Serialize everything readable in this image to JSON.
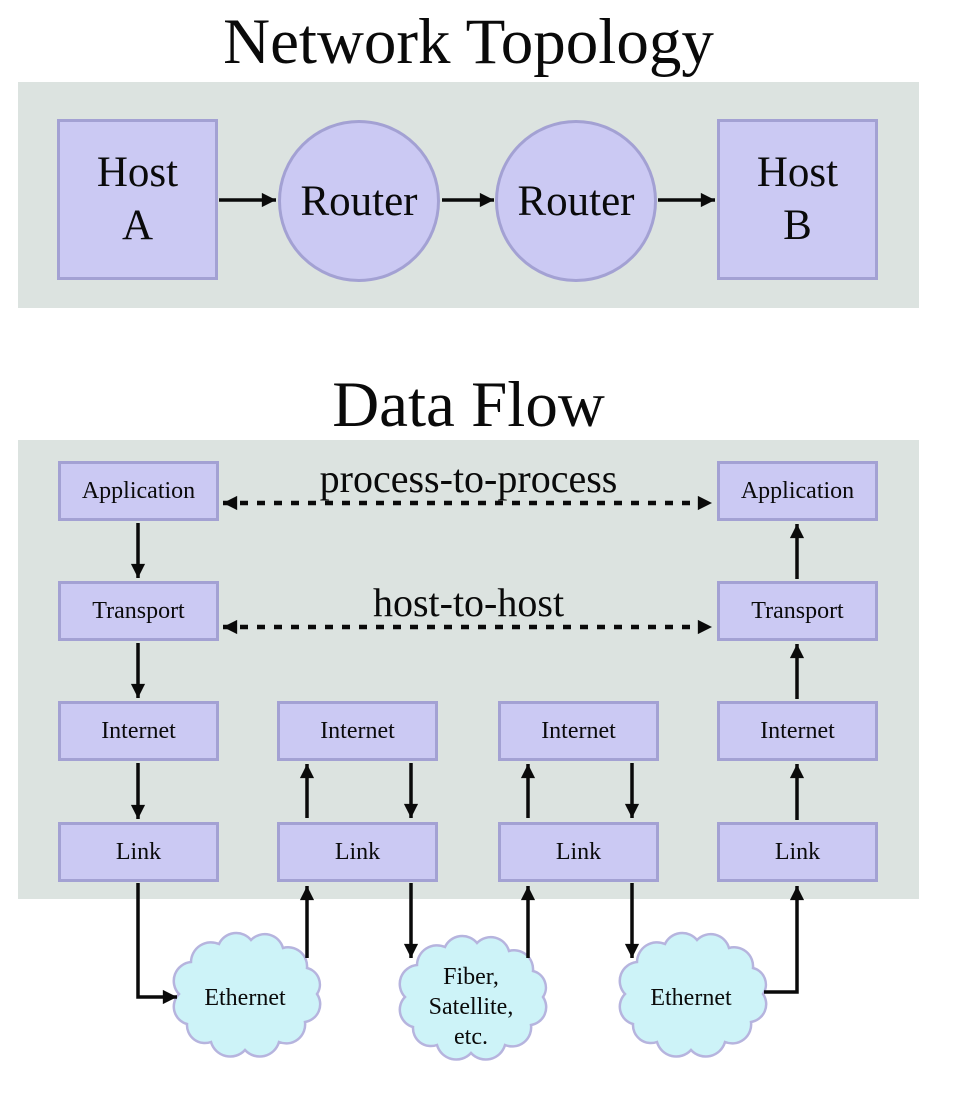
{
  "colors": {
    "panel_background": "#dce3e0",
    "node_fill": "#cbc9f3",
    "node_border": "#a3a1d3",
    "cloud_fill": "#cdf3f8",
    "cloud_border": "#b6b4de",
    "arrow": "#0a0a0a",
    "text": "#0a0a0a",
    "page_background": "#ffffff"
  },
  "topology": {
    "title": "Network Topology",
    "host_a": {
      "line1": "Host",
      "line2": "A"
    },
    "router_left": "Router",
    "router_right": "Router",
    "host_b": {
      "line1": "Host",
      "line2": "B"
    }
  },
  "data_flow": {
    "title": "Data Flow",
    "process_to_process_label": "process-to-process",
    "host_to_host_label": "host-to-host",
    "stack_left": {
      "application": "Application",
      "transport": "Transport",
      "internet": "Internet",
      "link": "Link"
    },
    "stack_mid_left": {
      "internet": "Internet",
      "link": "Link"
    },
    "stack_mid_right": {
      "internet": "Internet",
      "link": "Link"
    },
    "stack_right": {
      "application": "Application",
      "transport": "Transport",
      "internet": "Internet",
      "link": "Link"
    },
    "clouds": {
      "left": "Ethernet",
      "middle": {
        "line1": "Fiber,",
        "line2": "Satellite,",
        "line3": "etc."
      },
      "right": "Ethernet"
    }
  }
}
